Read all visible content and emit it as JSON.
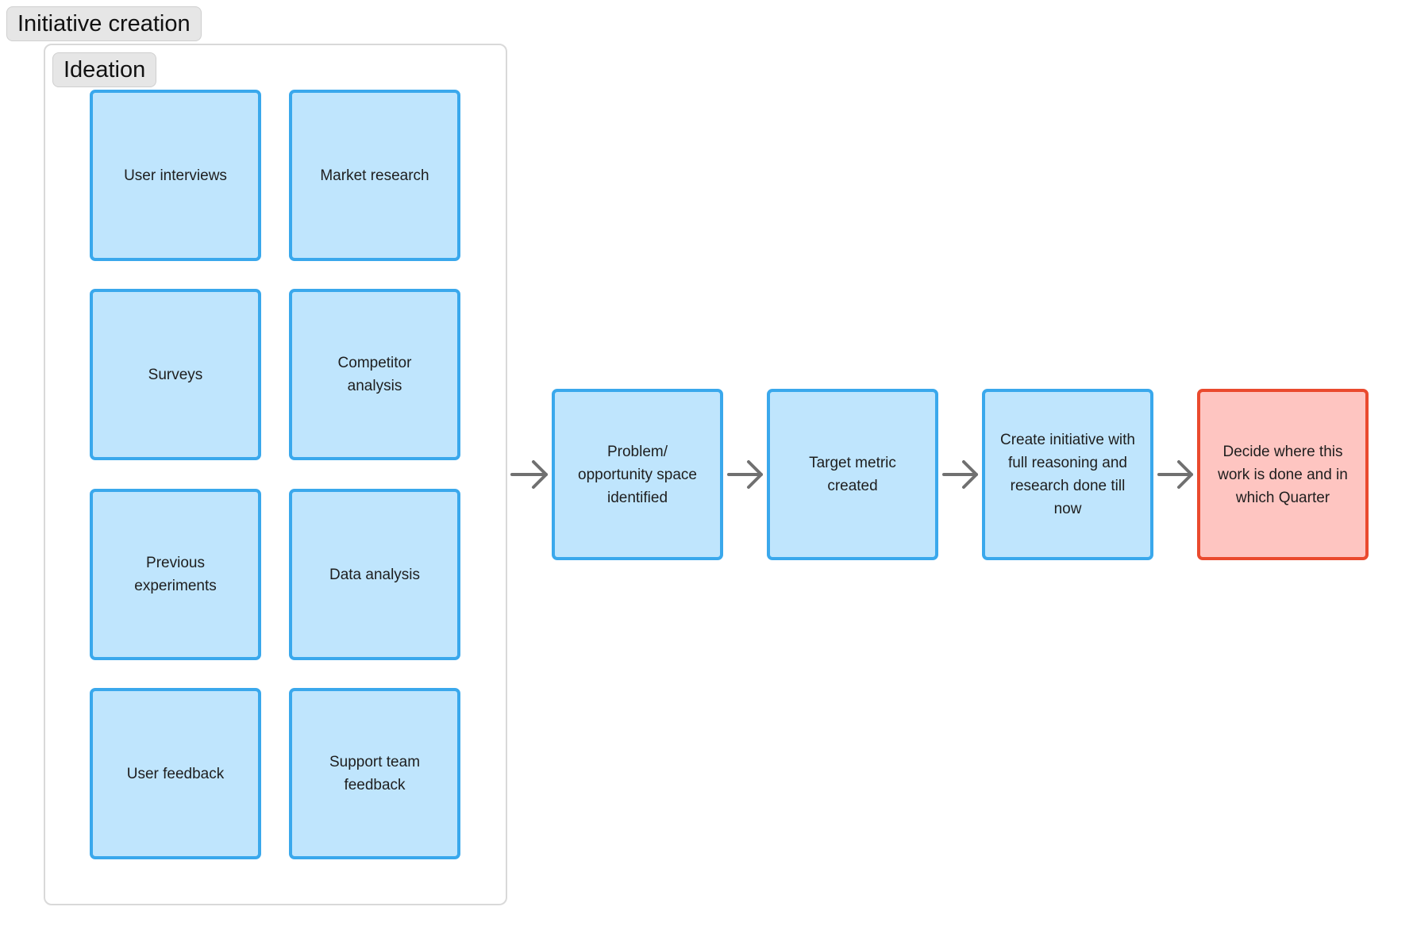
{
  "frames": {
    "outer_title": "Initiative creation",
    "ideation_title": "Ideation"
  },
  "ideation_sources": [
    "User interviews",
    "Market research",
    "Surveys",
    "Competitor analysis",
    "Previous experiments",
    "Data analysis",
    "User feedback",
    "Support team feedback"
  ],
  "flow_steps": [
    "Problem/ opportunity space identified",
    "Target metric created",
    "Create initiative with full reasoning and research done till now",
    "Decide where this work is done and in which Quarter"
  ],
  "colors": {
    "node_fill": "#bfe5fd",
    "node_border": "#3aa8ec",
    "final_fill": "#fec5c1",
    "final_border": "#ea4a2e",
    "arrow": "#707070",
    "frame_border": "#d9d9d9",
    "label_fill": "#e6e6e6"
  }
}
